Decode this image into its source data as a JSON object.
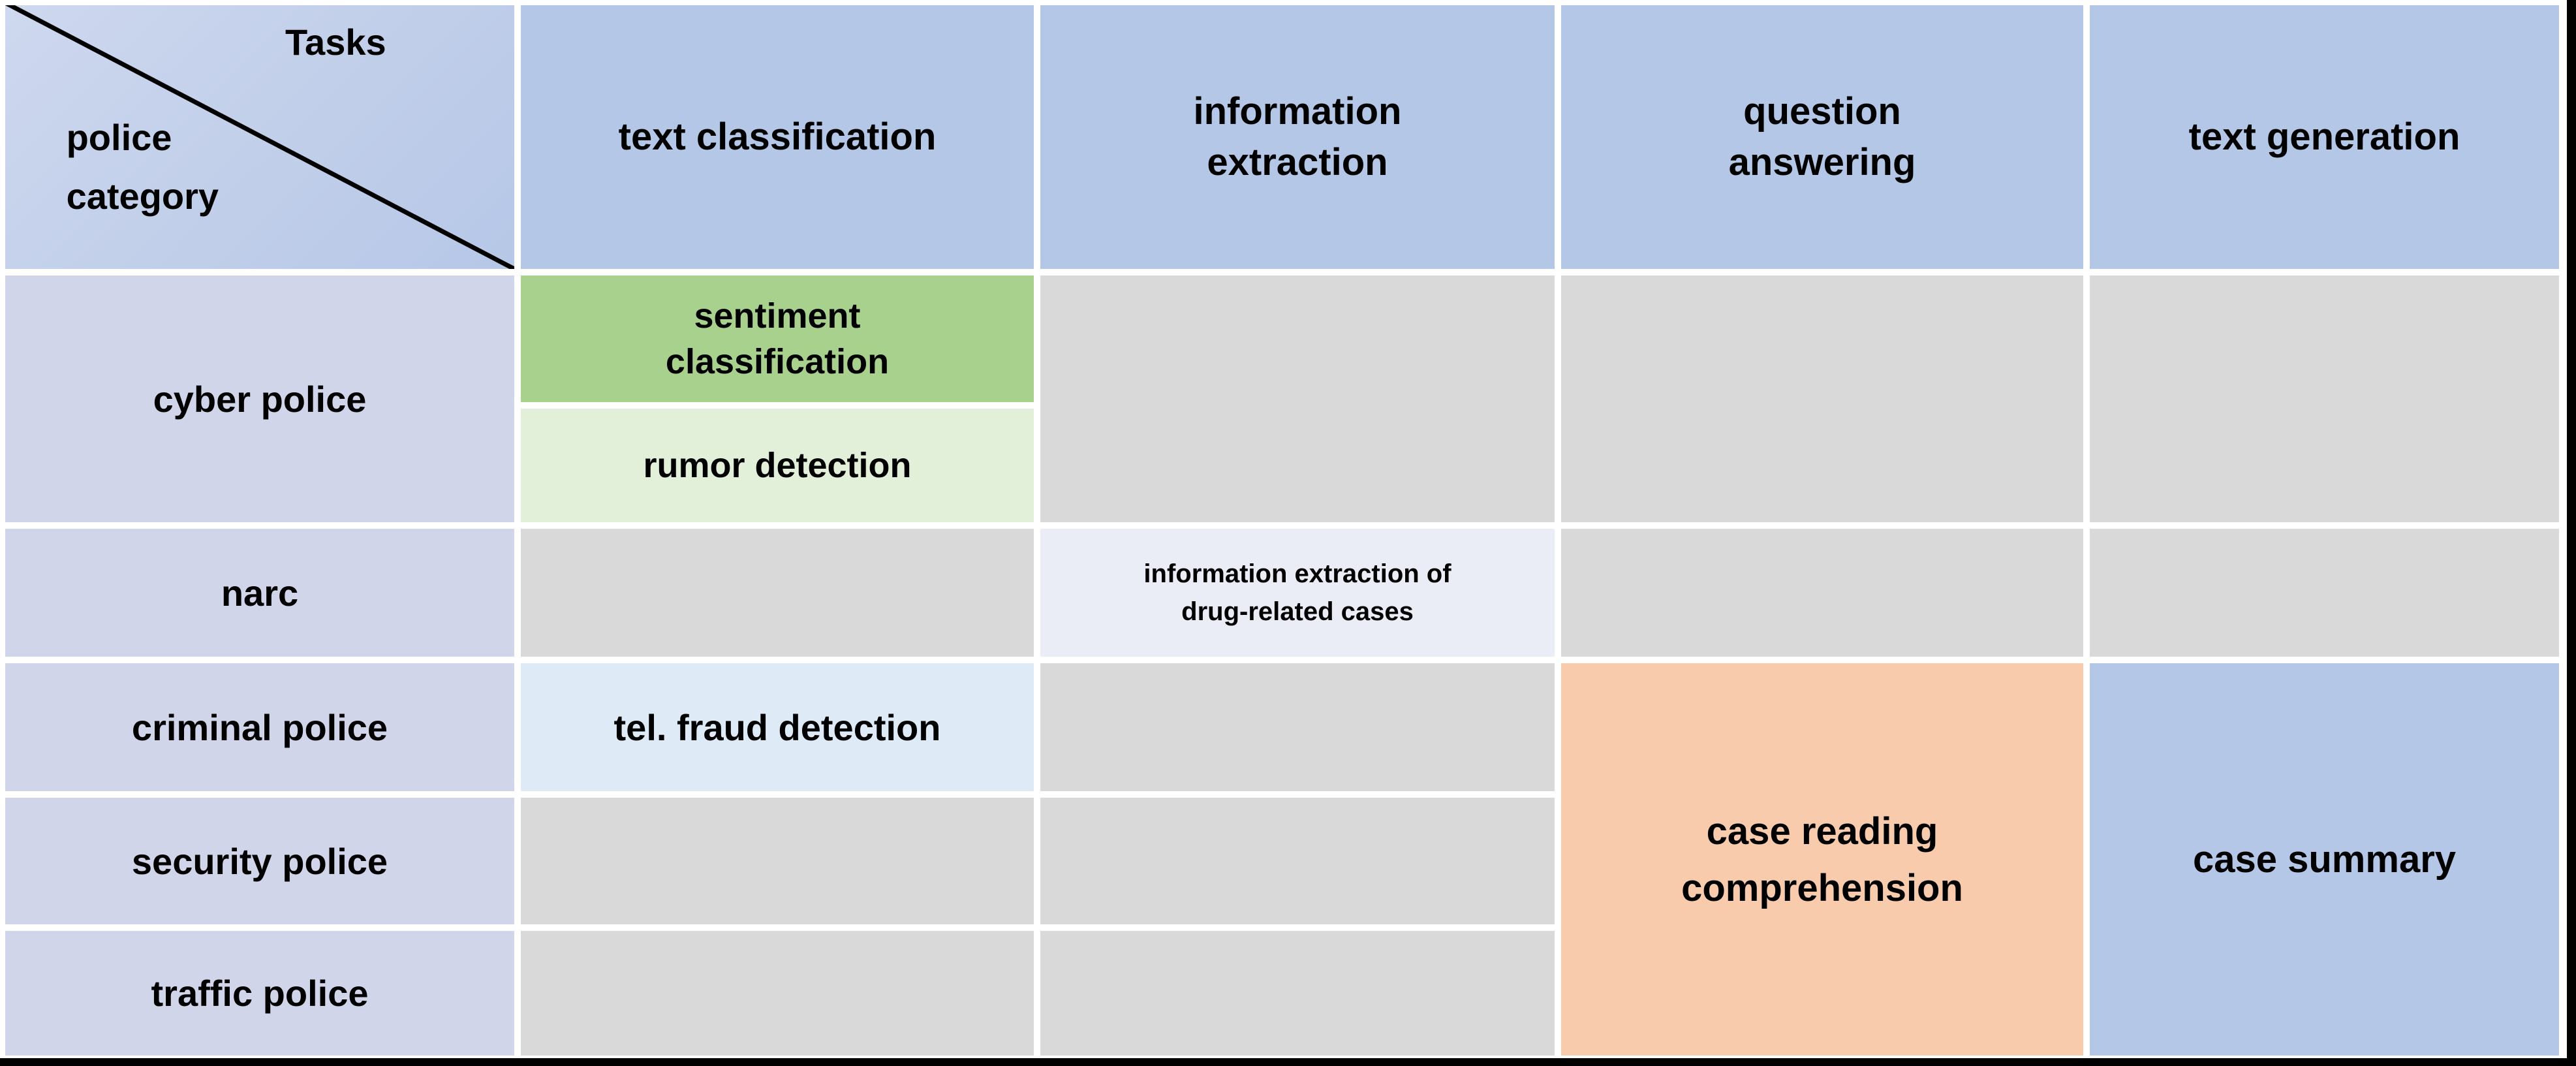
{
  "figure": {
    "corner": {
      "tasks_label": "Tasks",
      "category_label": "police category"
    },
    "columns": [
      "text classification",
      "information extraction",
      "question answering",
      "text generation"
    ],
    "rows": [
      "cyber police",
      "narc",
      "criminal police",
      "security police",
      "traffic police"
    ],
    "tasks": {
      "sentiment_classification": "sentiment classification",
      "rumor_detection": "rumor detection",
      "drug_information_extraction": "information extraction of drug-related cases",
      "tel_fraud_detection": "tel. fraud detection",
      "case_reading_comprehension": "case reading comprehension",
      "case_summary": "case summary"
    },
    "colors": {
      "header_blue": "#b4c7e7",
      "row_label_lavender": "#d0d5e9",
      "empty_gray": "#d9d9d9",
      "sentiment_green": "#a9d18e",
      "rumor_light_green": "#e2f0d9",
      "fraud_light_blue": "#deebf7",
      "drug_pale_lavender": "#eaecf6",
      "reading_orange": "#f8cbad",
      "summary_blue": "#b4c7e7",
      "border_black": "#000000"
    }
  }
}
